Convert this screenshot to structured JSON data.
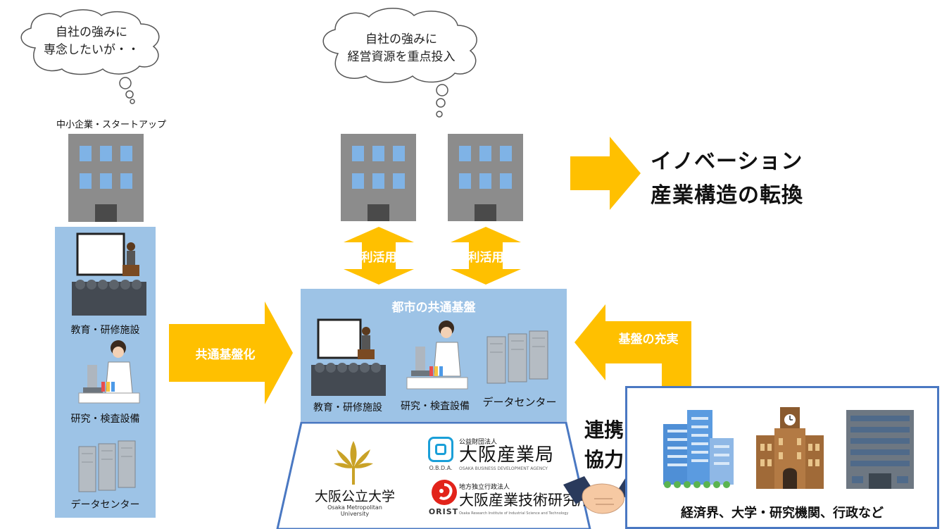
{
  "thought_left": {
    "line1": "自社の強みに",
    "line2": "専念したいが・・"
  },
  "thought_center": {
    "line1": "自社の強みに",
    "line2": "経営資源を重点投入"
  },
  "sme_label": "中小企業・スタートアップ",
  "left_panel": {
    "education": "教育・研修施設",
    "research": "研究・検査設備",
    "datacenter": "データセンター"
  },
  "arrow_common": "共通基盤化",
  "arrow_use_left": "利活用",
  "arrow_use_right": "利活用",
  "innovation": {
    "line1": "イノベーション",
    "line2": "産業構造の転換"
  },
  "center_panel": {
    "title": "都市の共通基盤",
    "education": "教育・研修施設",
    "research": "研究・検査設備",
    "datacenter": "データセンター"
  },
  "arrow_enhance": "基盤の充実",
  "collab": {
    "line1": "連携",
    "line2": "協力"
  },
  "partners": {
    "omu_name": "大阪公立大学",
    "omu_en": "Osaka Metropolitan University",
    "obda_type": "公益財団法人",
    "obda_name": "大阪産業局",
    "obda_abbr": "O.B.D.A.",
    "obda_en": "OSAKA BUSINESS DEVELOPMENT AGENCY",
    "orist_type": "地方独立行政法人",
    "orist_name": "大阪産業技術研究所",
    "orist_abbr": "ORIST",
    "orist_en": "Osaka Research Institute of Industrial Science and Technology"
  },
  "stakeholders": "経済界、大学・研究機関、行政など",
  "colors": {
    "arrow": "#ffc000",
    "panel": "#9dc3e6",
    "frame": "#4a78c2",
    "building": "#8c8c8c",
    "window": "#7fb3e6"
  }
}
